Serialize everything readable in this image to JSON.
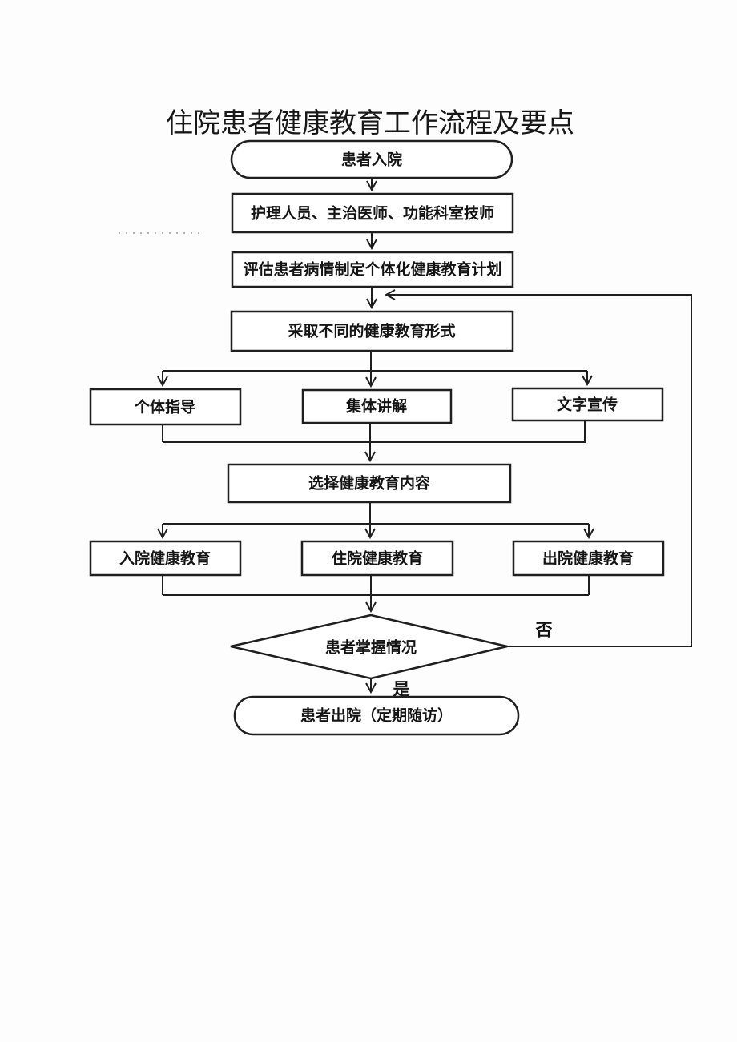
{
  "document": {
    "title": "住院患者健康教育工作流程及要点"
  },
  "flowchart": {
    "nodes": {
      "start": {
        "shape": "terminator",
        "label": "患者入院"
      },
      "staff": {
        "shape": "process",
        "label": "护理人员、主治医师、功能科室技师"
      },
      "plan": {
        "shape": "process",
        "label": "评估患者病情制定个体化健康教育计划"
      },
      "forms": {
        "shape": "process",
        "label": "采取不同的健康教育形式"
      },
      "form_individual": {
        "shape": "process",
        "label": "个体指导"
      },
      "form_group": {
        "shape": "process",
        "label": "集体讲解"
      },
      "form_written": {
        "shape": "process",
        "label": "文字宣传"
      },
      "content_select": {
        "shape": "process",
        "label": "选择健康教育内容"
      },
      "edu_admission": {
        "shape": "process",
        "label": "入院健康教育"
      },
      "edu_inpatient": {
        "shape": "process",
        "label": "住院健康教育"
      },
      "edu_discharge": {
        "shape": "process",
        "label": "出院健康教育"
      },
      "decision": {
        "shape": "decision",
        "label": "患者掌握情况"
      },
      "end": {
        "shape": "terminator",
        "label": "患者出院（定期随访）"
      }
    },
    "branch_labels": {
      "no": "否",
      "yes": "是"
    }
  },
  "colors": {
    "line": "#1f1f1f",
    "node_fill": "#ffffff",
    "page_background": "#fdfdfd",
    "dotted_mark": "#b9b4ae"
  }
}
